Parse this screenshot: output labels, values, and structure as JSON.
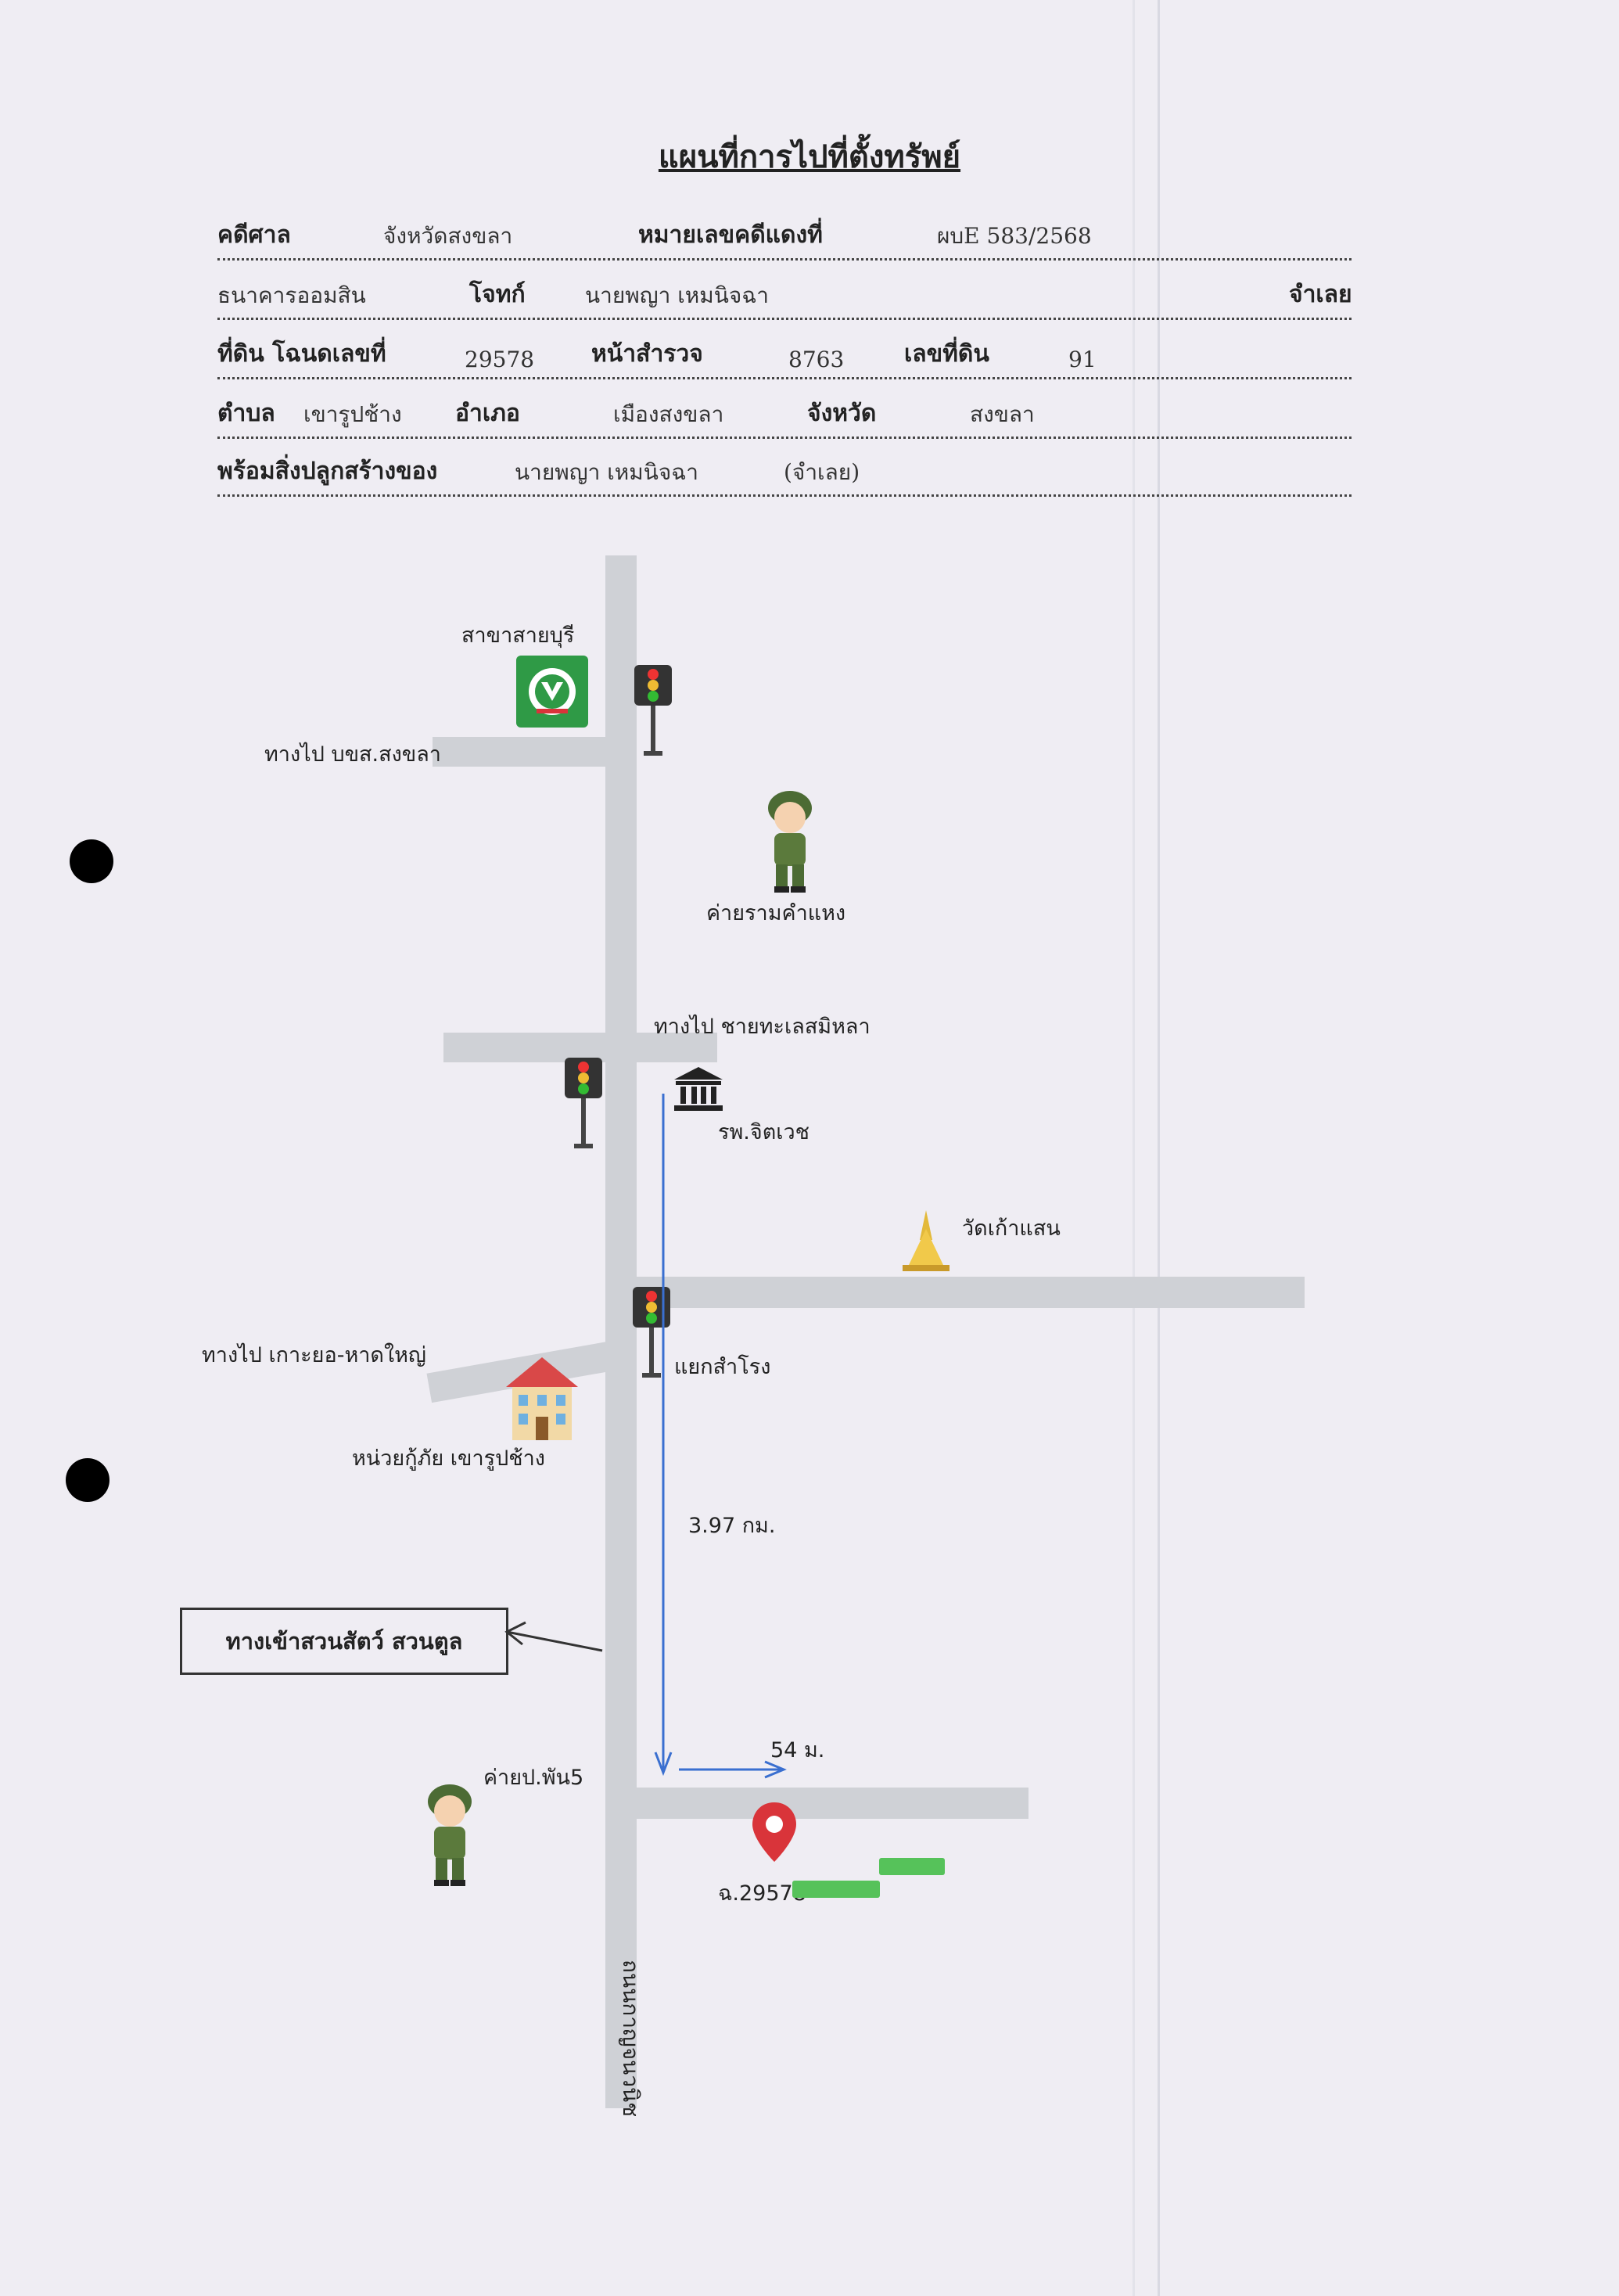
{
  "title": "แผนที่การไปที่ตั้งทรัพย์",
  "form": {
    "row1": {
      "court_label": "คดีศาล",
      "court_value": "จังหวัดสงขลา",
      "case_label": "หมายเลขคดีแดงที่",
      "case_value": "ผบE 583/2568"
    },
    "row2": {
      "plaintiff_value": "ธนาคารออมสิน",
      "plaintiff_label": "โจทก์",
      "defendant_value": "นายพญา เหมนิจฉา",
      "defendant_label": "จำเลย"
    },
    "row3": {
      "deed_label": "ที่ดิน โฉนดเลขที่",
      "deed_value": "29578",
      "survey_label": "หน้าสำรวจ",
      "survey_value": "8763",
      "land_no_label": "เลขที่ดิน",
      "land_no_value": "91"
    },
    "row4": {
      "subdistrict_label": "ตำบล",
      "subdistrict_value": "เขารูปช้าง",
      "district_label": "อำเภอ",
      "district_value": "เมืองสงขลา",
      "province_label": "จังหวัด",
      "province_value": "สงขลา"
    },
    "row5": {
      "buildings_label": "พร้อมสิ่งปลูกสร้างของ",
      "buildings_value": "นายพญา เหมนิจฉา",
      "buildings_note": "(จำเลย)"
    }
  },
  "map": {
    "bank_branch": "สาขาสายบุรี",
    "to_bangchom": "ทางไป บขส.สงขลา",
    "army_camp_1": "ค่ายรามคำแหง",
    "to_beach": "ทางไป ชายทะเลสมิหลา",
    "hospital": "รพ.จิตเวช",
    "temple": "วัดเก้าแสน",
    "to_island": "ทางไป เกาะยอ-หาดใหญ่",
    "junction": "แยกสำโรง",
    "rescue_unit": "หน่วยกู้ภัย เขารูปช้าง",
    "distance_1": "3.97 กม.",
    "zoo_entrance": "ทางเข้าสวนสัตว์ สวนตูล",
    "army_camp_2": "ค่ายป.พัน5",
    "distance_2": "54 ม.",
    "property": "ฉ.29578",
    "main_road": "ถนนกาญจนวนิช"
  },
  "colors": {
    "road": "#cfd1d6",
    "route_arrow": "#3a6fd0",
    "pin": "#d9343a",
    "bank": "#2f9a46"
  }
}
